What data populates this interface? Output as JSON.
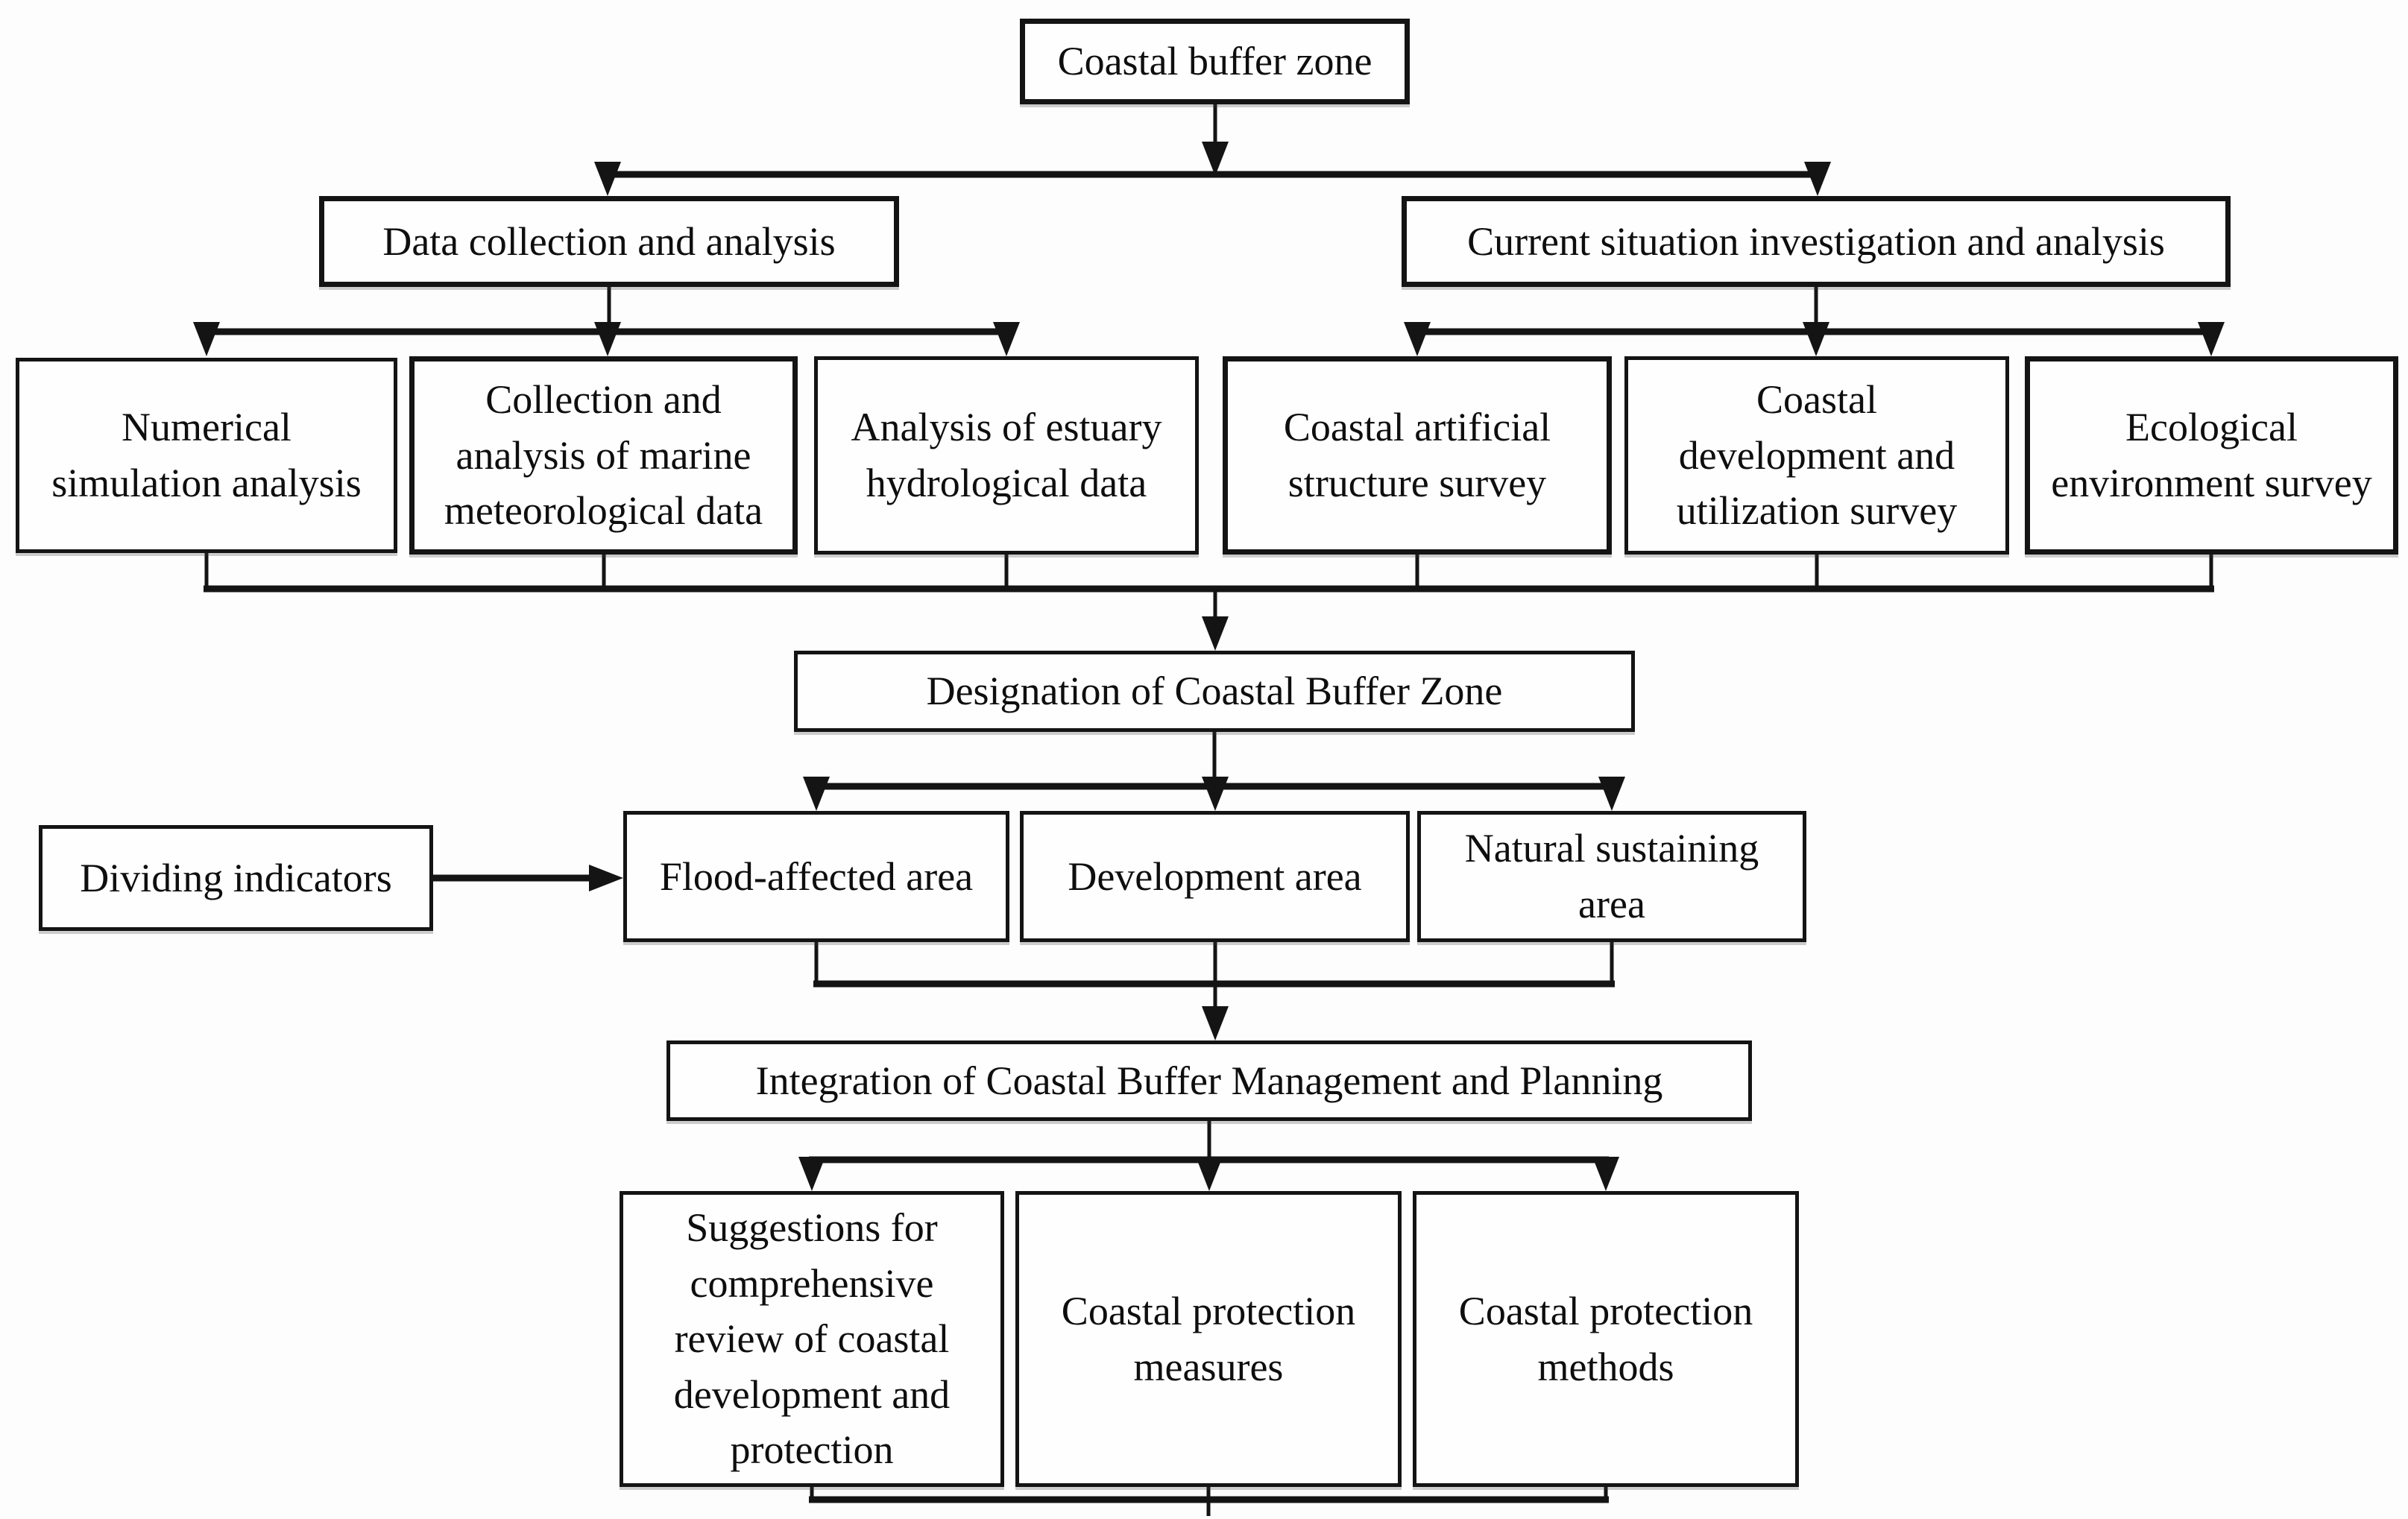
{
  "diagram": {
    "title": "Coastal buffer zone designation flowchart",
    "background_color": "#fdfdfd",
    "line_color": "#141414",
    "text_color": "#0e0e0e",
    "nodes": {
      "root": "Coastal buffer zone",
      "data_collection": "Data collection and analysis",
      "current_situation": "Current situation investigation and analysis",
      "numerical_simulation": "Numerical\nsimulation analysis",
      "marine_meteorological": "Collection and\nanalysis of marine\nmeteorological data",
      "estuary_hydrological": "Analysis of estuary\nhydrological data",
      "artificial_structure": "Coastal artificial\nstructure survey",
      "development_utilization": "Coastal\ndevelopment and\nutilization survey",
      "ecological_environment": "Ecological\nenvironment survey",
      "designation": "Designation of Coastal Buffer Zone",
      "dividing_indicators": "Dividing indicators",
      "flood_affected": "Flood-affected area",
      "development_area": "Development area",
      "natural_sustaining": "Natural sustaining\narea",
      "integration": "Integration of Coastal Buffer Management and Planning",
      "suggestions": "Suggestions for\ncomprehensive\nreview of coastal\ndevelopment and\nprotection",
      "protection_measures": "Coastal protection\nmeasures",
      "protection_methods": "Coastal protection\nmethods"
    },
    "edges": [
      {
        "from": "root",
        "to": "data_collection"
      },
      {
        "from": "root",
        "to": "current_situation"
      },
      {
        "from": "data_collection",
        "to": "numerical_simulation"
      },
      {
        "from": "data_collection",
        "to": "marine_meteorological"
      },
      {
        "from": "data_collection",
        "to": "estuary_hydrological"
      },
      {
        "from": "current_situation",
        "to": "artificial_structure"
      },
      {
        "from": "current_situation",
        "to": "development_utilization"
      },
      {
        "from": "current_situation",
        "to": "ecological_environment"
      },
      {
        "from": "numerical_simulation",
        "to": "designation"
      },
      {
        "from": "marine_meteorological",
        "to": "designation"
      },
      {
        "from": "estuary_hydrological",
        "to": "designation"
      },
      {
        "from": "artificial_structure",
        "to": "designation"
      },
      {
        "from": "development_utilization",
        "to": "designation"
      },
      {
        "from": "ecological_environment",
        "to": "designation"
      },
      {
        "from": "designation",
        "to": "flood_affected"
      },
      {
        "from": "designation",
        "to": "development_area"
      },
      {
        "from": "designation",
        "to": "natural_sustaining"
      },
      {
        "from": "dividing_indicators",
        "to": "flood_affected"
      },
      {
        "from": "flood_affected",
        "to": "integration"
      },
      {
        "from": "development_area",
        "to": "integration"
      },
      {
        "from": "natural_sustaining",
        "to": "integration"
      },
      {
        "from": "integration",
        "to": "suggestions"
      },
      {
        "from": "integration",
        "to": "protection_measures"
      },
      {
        "from": "integration",
        "to": "protection_methods"
      }
    ]
  }
}
